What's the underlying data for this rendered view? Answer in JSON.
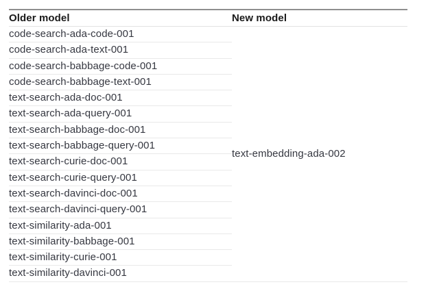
{
  "table": {
    "columns": [
      {
        "label": "Older model"
      },
      {
        "label": "New model"
      }
    ],
    "older_models": [
      "code-search-ada-code-001",
      "code-search-ada-text-001",
      "code-search-babbage-code-001",
      "code-search-babbage-text-001",
      "text-search-ada-doc-001",
      "text-search-ada-query-001",
      "text-search-babbage-doc-001",
      "text-search-babbage-query-001",
      "text-search-curie-doc-001",
      "text-search-curie-query-001",
      "text-search-davinci-doc-001",
      "text-search-davinci-query-001",
      "text-similarity-ada-001",
      "text-similarity-babbage-001",
      "text-similarity-curie-001",
      "text-similarity-davinci-001"
    ],
    "new_model": "text-embedding-ada-002",
    "colors": {
      "top_border": "#8e8e8e",
      "header_border": "#e2e2e2",
      "row_border": "#e9e9e9",
      "header_text": "#1a1a1a",
      "cell_text": "#353740",
      "background": "#ffffff"
    }
  }
}
